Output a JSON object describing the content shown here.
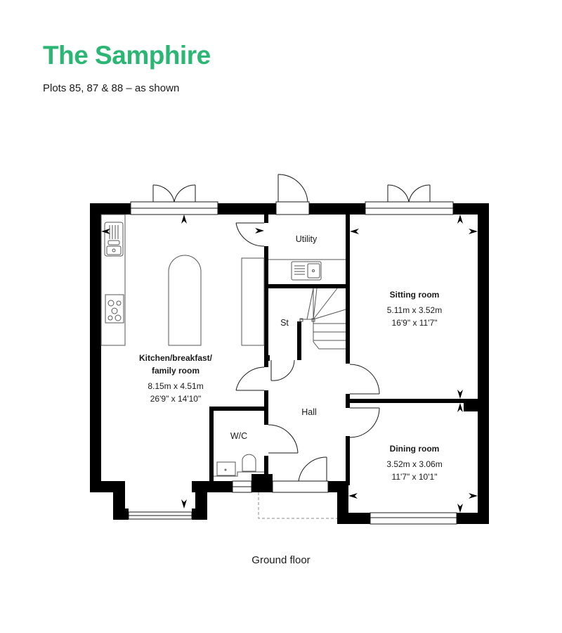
{
  "header": {
    "title": "The Samphire",
    "subtitle": "Plots 85, 87 & 88 – as shown",
    "title_color": "#2BB673"
  },
  "floor": {
    "label": "Ground floor"
  },
  "rooms": [
    {
      "id": "kitchen",
      "name_line1": "Kitchen/breakfast/",
      "name_line2": "family room",
      "metric": "8.15m x 4.51m",
      "imperial": "26'9\" x 14'10\""
    },
    {
      "id": "sitting",
      "name": "Sitting room",
      "metric": "5.11m x 3.52m",
      "imperial": "16'9\" x 11'7\""
    },
    {
      "id": "dining",
      "name": "Dining room",
      "metric": "3.52m x 3.06m",
      "imperial": "11'7\" x 10'1\""
    },
    {
      "id": "utility",
      "name": "Utility"
    },
    {
      "id": "store",
      "name": "St"
    },
    {
      "id": "hall",
      "name": "Hall"
    },
    {
      "id": "wc",
      "name": "W/C"
    }
  ],
  "colors": {
    "wall": "#000000",
    "line": "#1a1a1a",
    "fixture_line": "#555555",
    "background": "#ffffff"
  }
}
